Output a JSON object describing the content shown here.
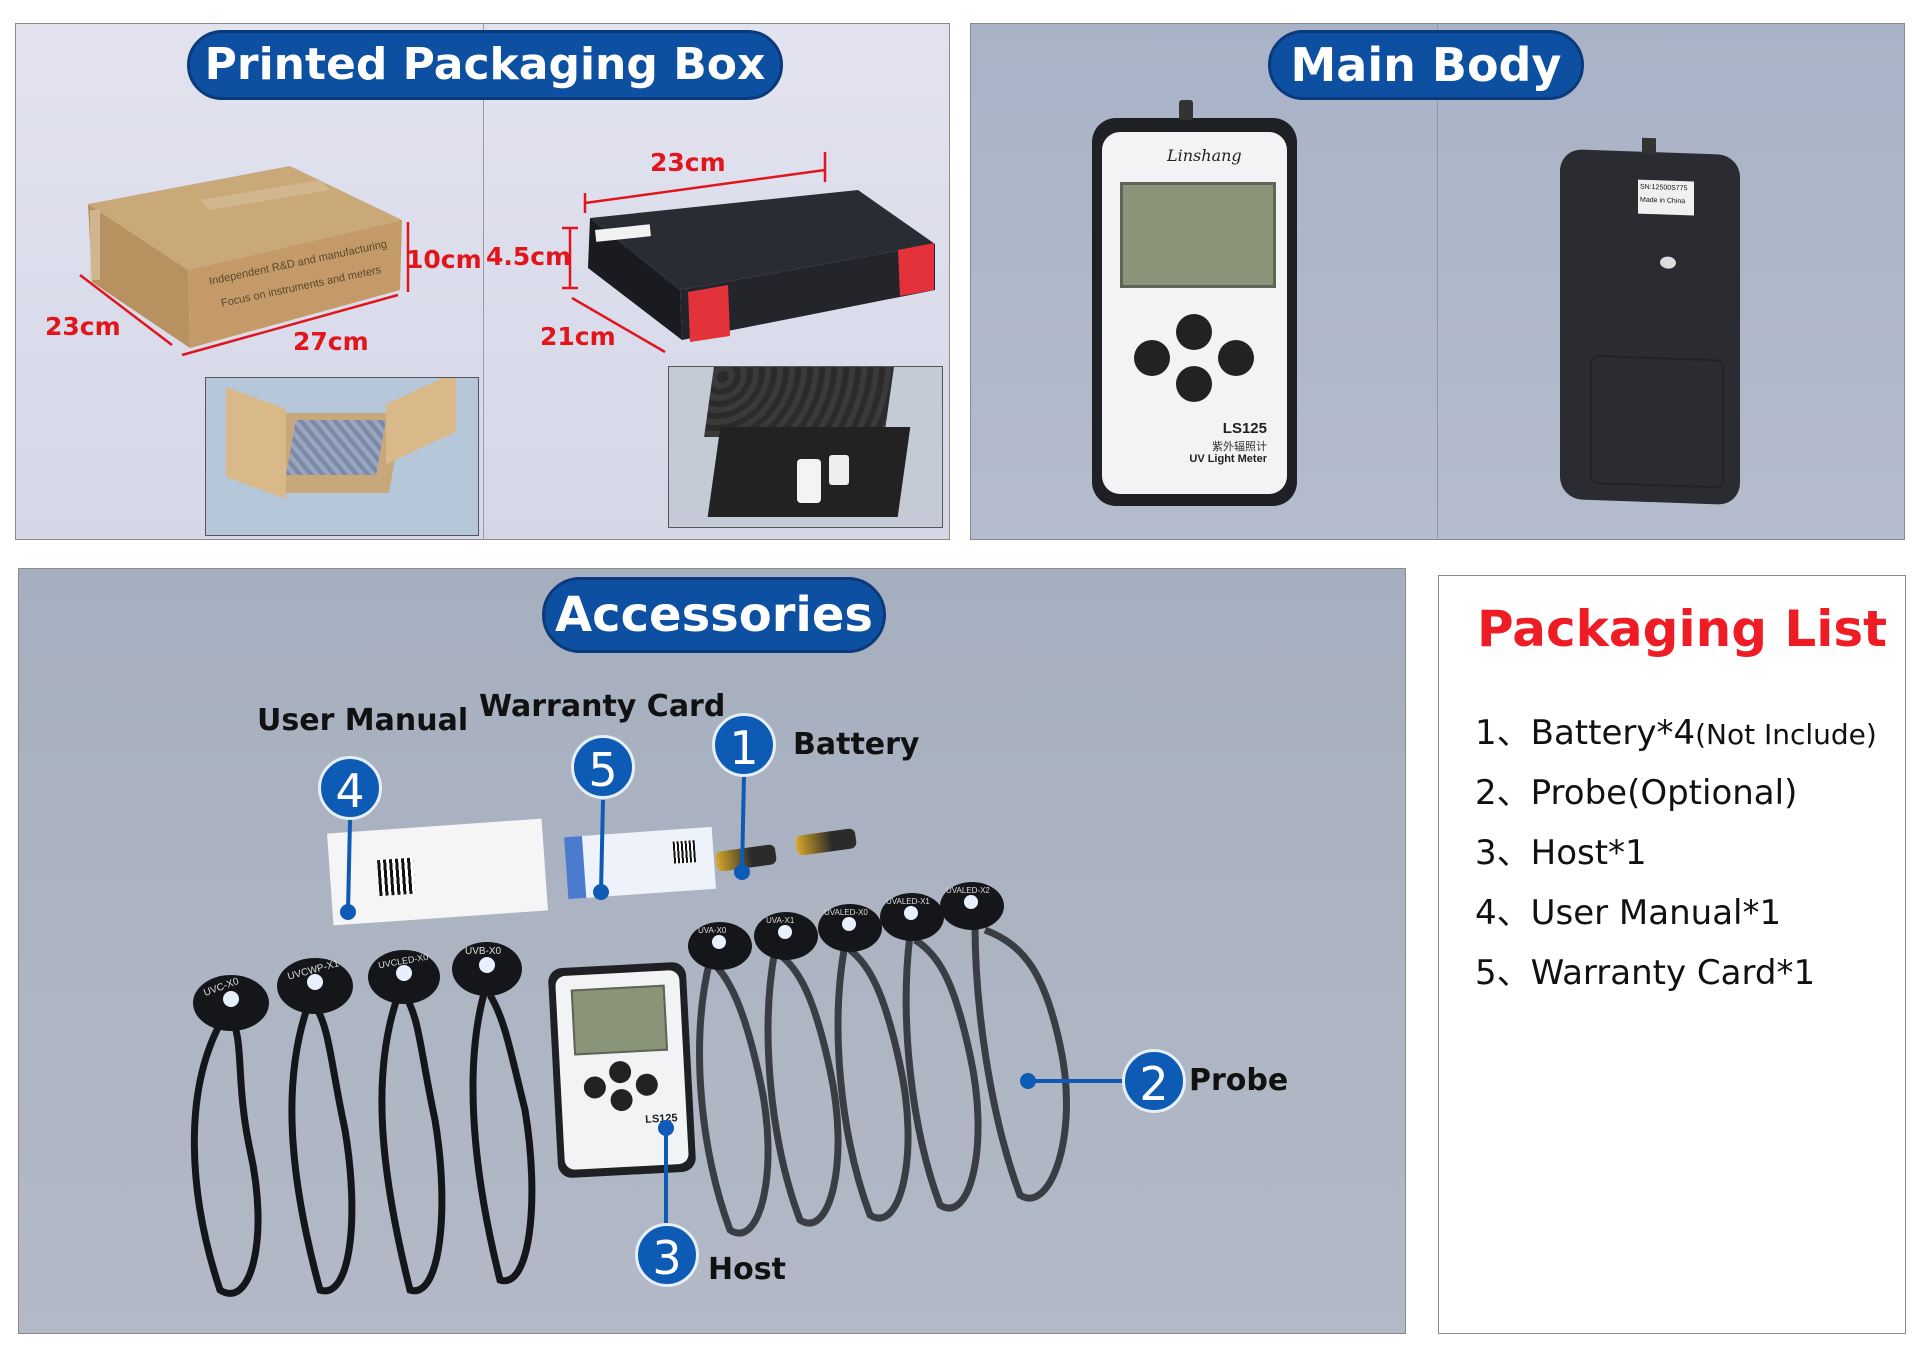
{
  "packaging": {
    "title": "Printed Packaging Box",
    "box": {
      "width": "27cm",
      "depth": "23cm",
      "height": "10cm",
      "print_line1": "Independent R&D and manufacturing",
      "print_line2": "Focus on instruments and meters"
    },
    "case": {
      "width": "23cm",
      "depth": "21cm",
      "height": "4.5cm"
    }
  },
  "main_body": {
    "title": "Main Body",
    "brand": "Linshang",
    "model": "LS125",
    "chinese_name": "紫外辐照计",
    "product_name": "UV Light Meter",
    "back_sn": "SN:12500S775",
    "back_origin": "Made in China"
  },
  "accessories": {
    "title": "Accessories",
    "callouts": [
      {
        "number": "1",
        "label": "Battery"
      },
      {
        "number": "2",
        "label": "Probe"
      },
      {
        "number": "3",
        "label": "Host"
      },
      {
        "number": "4",
        "label": "User Manual"
      },
      {
        "number": "5",
        "label": "Warranty Card"
      }
    ],
    "probes": [
      "UVC-X0",
      "UVCWP-X1",
      "UVCLED-X0",
      "UVB-X0",
      "UVA-X0",
      "UVA-X1",
      "UVALED-X0",
      "UVALED-X1",
      "UVALED-X2"
    ],
    "host_model": "LS125"
  },
  "packaging_list": {
    "title": "Packaging List",
    "items": [
      {
        "text": "1、Battery*4",
        "note": "(Not Include)"
      },
      {
        "text": "2、Probe(Optional)",
        "note": ""
      },
      {
        "text": "3、Host*1",
        "note": ""
      },
      {
        "text": "4、User Manual*1",
        "note": ""
      },
      {
        "text": "5、Warranty Card*1",
        "note": ""
      }
    ]
  },
  "colors": {
    "accent_blue": "#0d4fa0",
    "dimension_red": "#e1151c",
    "list_title_red": "#ee1c24"
  }
}
